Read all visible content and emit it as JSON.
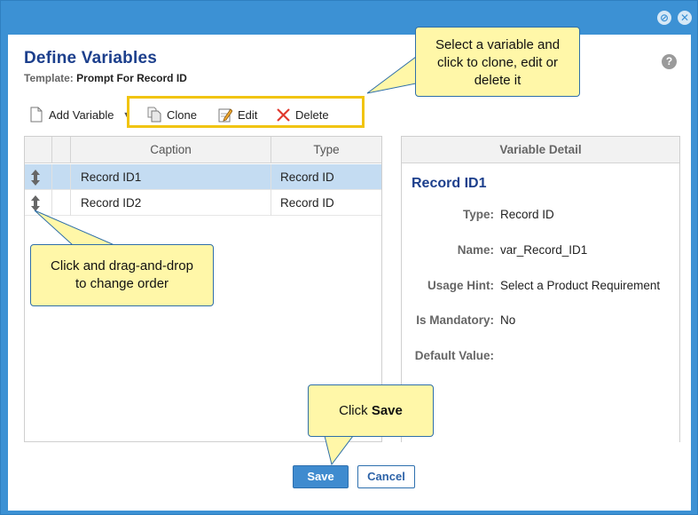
{
  "dialog": {
    "title": "Define Variables",
    "template_label": "Template:",
    "template_value": "Prompt For Record ID"
  },
  "toolbar": {
    "add_variable": "Add Variable",
    "clone": "Clone",
    "edit": "Edit",
    "delete": "Delete"
  },
  "grid": {
    "columns": [
      "Caption",
      "Type"
    ],
    "rows": [
      {
        "caption": "Record ID1",
        "type": "Record ID",
        "selected": true
      },
      {
        "caption": "Record ID2",
        "type": "Record ID",
        "selected": false
      }
    ]
  },
  "detail": {
    "header": "Variable Detail",
    "title": "Record ID1",
    "fields": [
      {
        "label": "Type:",
        "value": "Record ID"
      },
      {
        "label": "Name:",
        "value": "var_Record_ID1"
      },
      {
        "label": "Usage Hint:",
        "value": "Select a Product Requirement"
      },
      {
        "label": "Is Mandatory:",
        "value": "No"
      },
      {
        "label": "Default Value:",
        "value": ""
      }
    ]
  },
  "buttons": {
    "save": "Save",
    "cancel": "Cancel"
  },
  "callouts": {
    "toolbar_hint": [
      "Select a variable and",
      "click to clone, edit or",
      "delete it"
    ],
    "drag_hint": [
      "Click and drag-and-drop",
      "to change order"
    ],
    "save_hint_prefix": "Click ",
    "save_hint_bold": "Save"
  },
  "colors": {
    "titlebar": "#3c91d4",
    "title_text": "#1c3f8c",
    "selected_row": "#c4dcf2",
    "callout_fill": "#fff7a8",
    "highlight_box": "#f1c40f",
    "delete_icon": "#e03a2f"
  },
  "icons": {
    "minimize": "minimize-icon",
    "close": "close-icon",
    "help": "help-icon",
    "add_variable": "document-icon",
    "clone": "clone-icon",
    "edit": "edit-icon",
    "delete": "delete-x-icon",
    "drag": "drag-handle-icon"
  }
}
